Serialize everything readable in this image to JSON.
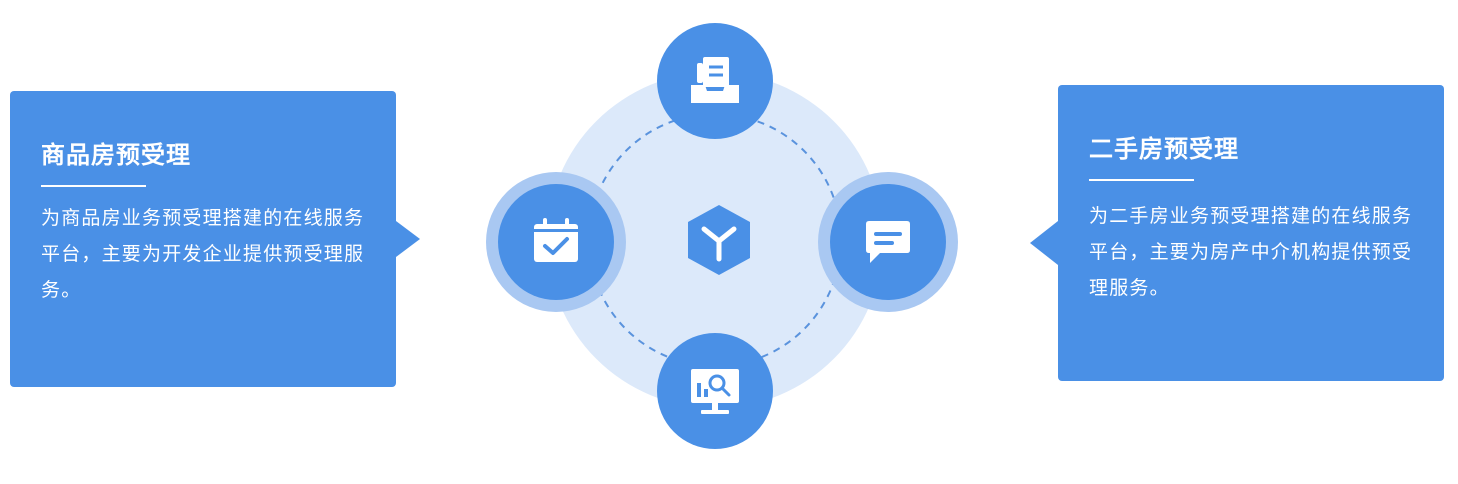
{
  "left_card": {
    "title": "商品房预受理",
    "description": "为商品房业务预受理搭建的在线服务平台，主要为开发企业提供预受理服务。"
  },
  "right_card": {
    "title": "二手房预受理",
    "description": "为二手房业务预受理搭建的在线服务平台，主要为房产中介机构提供预受理服务。"
  },
  "diagram": {
    "center_icon": "cube-icon",
    "nodes": [
      {
        "position": "top",
        "icon": "documents-tray-icon"
      },
      {
        "position": "left",
        "icon": "calendar-check-icon"
      },
      {
        "position": "right",
        "icon": "chat-bubble-icon"
      },
      {
        "position": "bottom",
        "icon": "monitor-analytics-icon"
      }
    ],
    "colors": {
      "primary": "#4a90e6",
      "halo": "#a9c8f2",
      "ring": "#dce9fa",
      "dash": "#5a93dd"
    }
  }
}
